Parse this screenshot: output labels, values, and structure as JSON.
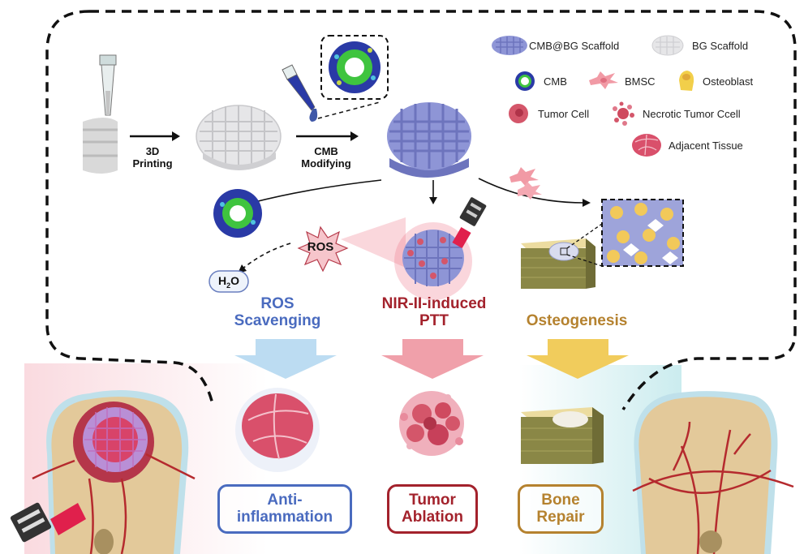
{
  "legend": {
    "items": [
      {
        "icon": "cmb-bg-scaffold-icon",
        "label": "CMB@BG Scaffold"
      },
      {
        "icon": "bg-scaffold-icon",
        "label": "BG Scaffold"
      },
      {
        "icon": "cmb-icon",
        "label": "CMB"
      },
      {
        "icon": "bmsc-icon",
        "label": "BMSC"
      },
      {
        "icon": "osteoblast-icon",
        "label": "Osteoblast"
      },
      {
        "icon": "tumor-cell-icon",
        "label": "Tumor Cell"
      },
      {
        "icon": "necrotic-tumor-cell-icon",
        "label": "Necrotic Tumor Ccell"
      },
      {
        "icon": "adjacent-tissue-icon",
        "label": "Adjacent Tissue"
      }
    ]
  },
  "process": {
    "step1": {
      "line1": "3D",
      "line2": "Printing"
    },
    "step2": {
      "line1": "CMB",
      "line2": "Modifying"
    }
  },
  "mechanisms": {
    "ros_badge": "ROS",
    "h2o_h": "H",
    "h2o_sub": "2",
    "h2o_o": "O",
    "ros_scavenging": {
      "line1": "ROS",
      "line2": "Scavenging",
      "color": "#4a6bbf"
    },
    "ptt": {
      "line1": "NIR-II-induced",
      "line2": "PTT",
      "color": "#a3222c"
    },
    "osteogenesis": {
      "line1": "Osteogenesis",
      "color": "#b5822f"
    }
  },
  "outcomes": [
    {
      "line1": "Anti-",
      "line2": "inflammation",
      "color": "#4a6bbf"
    },
    {
      "line1": "Tumor",
      "line2": "Ablation",
      "color": "#a3222c"
    },
    {
      "line1": "Bone",
      "line2": "Repair",
      "color": "#b5822f"
    }
  ],
  "colors": {
    "scaffold_blue": "#8e95d6",
    "scaffold_white": "#e8e8ea",
    "arrow_blue": "#bcdcf2",
    "arrow_pink": "#f0a0aa",
    "arrow_yellow": "#f1cc5c",
    "tissue_pink": "#d9506b",
    "bone_tan": "#e3c99a",
    "vessel_red": "#b52a2e"
  }
}
